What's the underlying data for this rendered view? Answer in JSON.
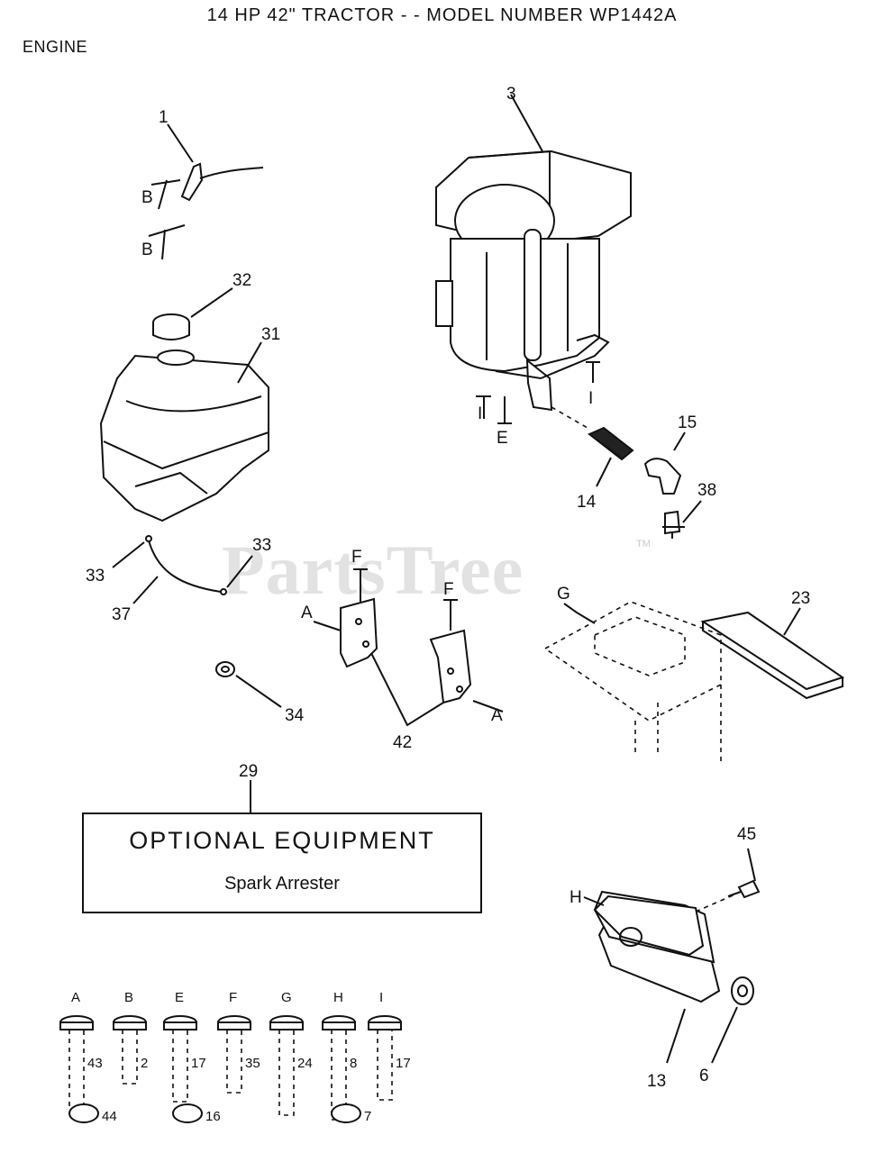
{
  "header": {
    "title": "14 HP 42\" TRACTOR - - MODEL NUMBER WP1442A",
    "section": "ENGINE"
  },
  "optional_box": {
    "title": "OPTIONAL EQUIPMENT",
    "item": "Spark Arrester"
  },
  "watermark": {
    "text": "PartsTree",
    "tm": "TM"
  },
  "callouts": {
    "c1": "1",
    "c3": "3",
    "c32": "32",
    "c31": "31",
    "c15": "15",
    "c14": "14",
    "c38": "38",
    "c33a": "33",
    "c33b": "33",
    "c37": "37",
    "c23": "23",
    "c34": "34",
    "c42": "42",
    "c29": "29",
    "c45": "45",
    "c13": "13",
    "c6": "6"
  },
  "letters": {
    "b1": "B",
    "b2": "B",
    "i1": "I",
    "i2": "I",
    "e": "E",
    "f1": "F",
    "f2": "F",
    "a1": "A",
    "a2": "A",
    "g": "G",
    "h": "H"
  },
  "hardware": [
    {
      "letter": "A",
      "bolt": "43",
      "nut": "44"
    },
    {
      "letter": "B",
      "bolt": "2"
    },
    {
      "letter": "E",
      "bolt": "17",
      "nut": "16"
    },
    {
      "letter": "F",
      "bolt": "35"
    },
    {
      "letter": "G",
      "bolt": "24"
    },
    {
      "letter": "H",
      "bolt": "8",
      "nut": "7"
    },
    {
      "letter": "I",
      "bolt": "17"
    }
  ]
}
